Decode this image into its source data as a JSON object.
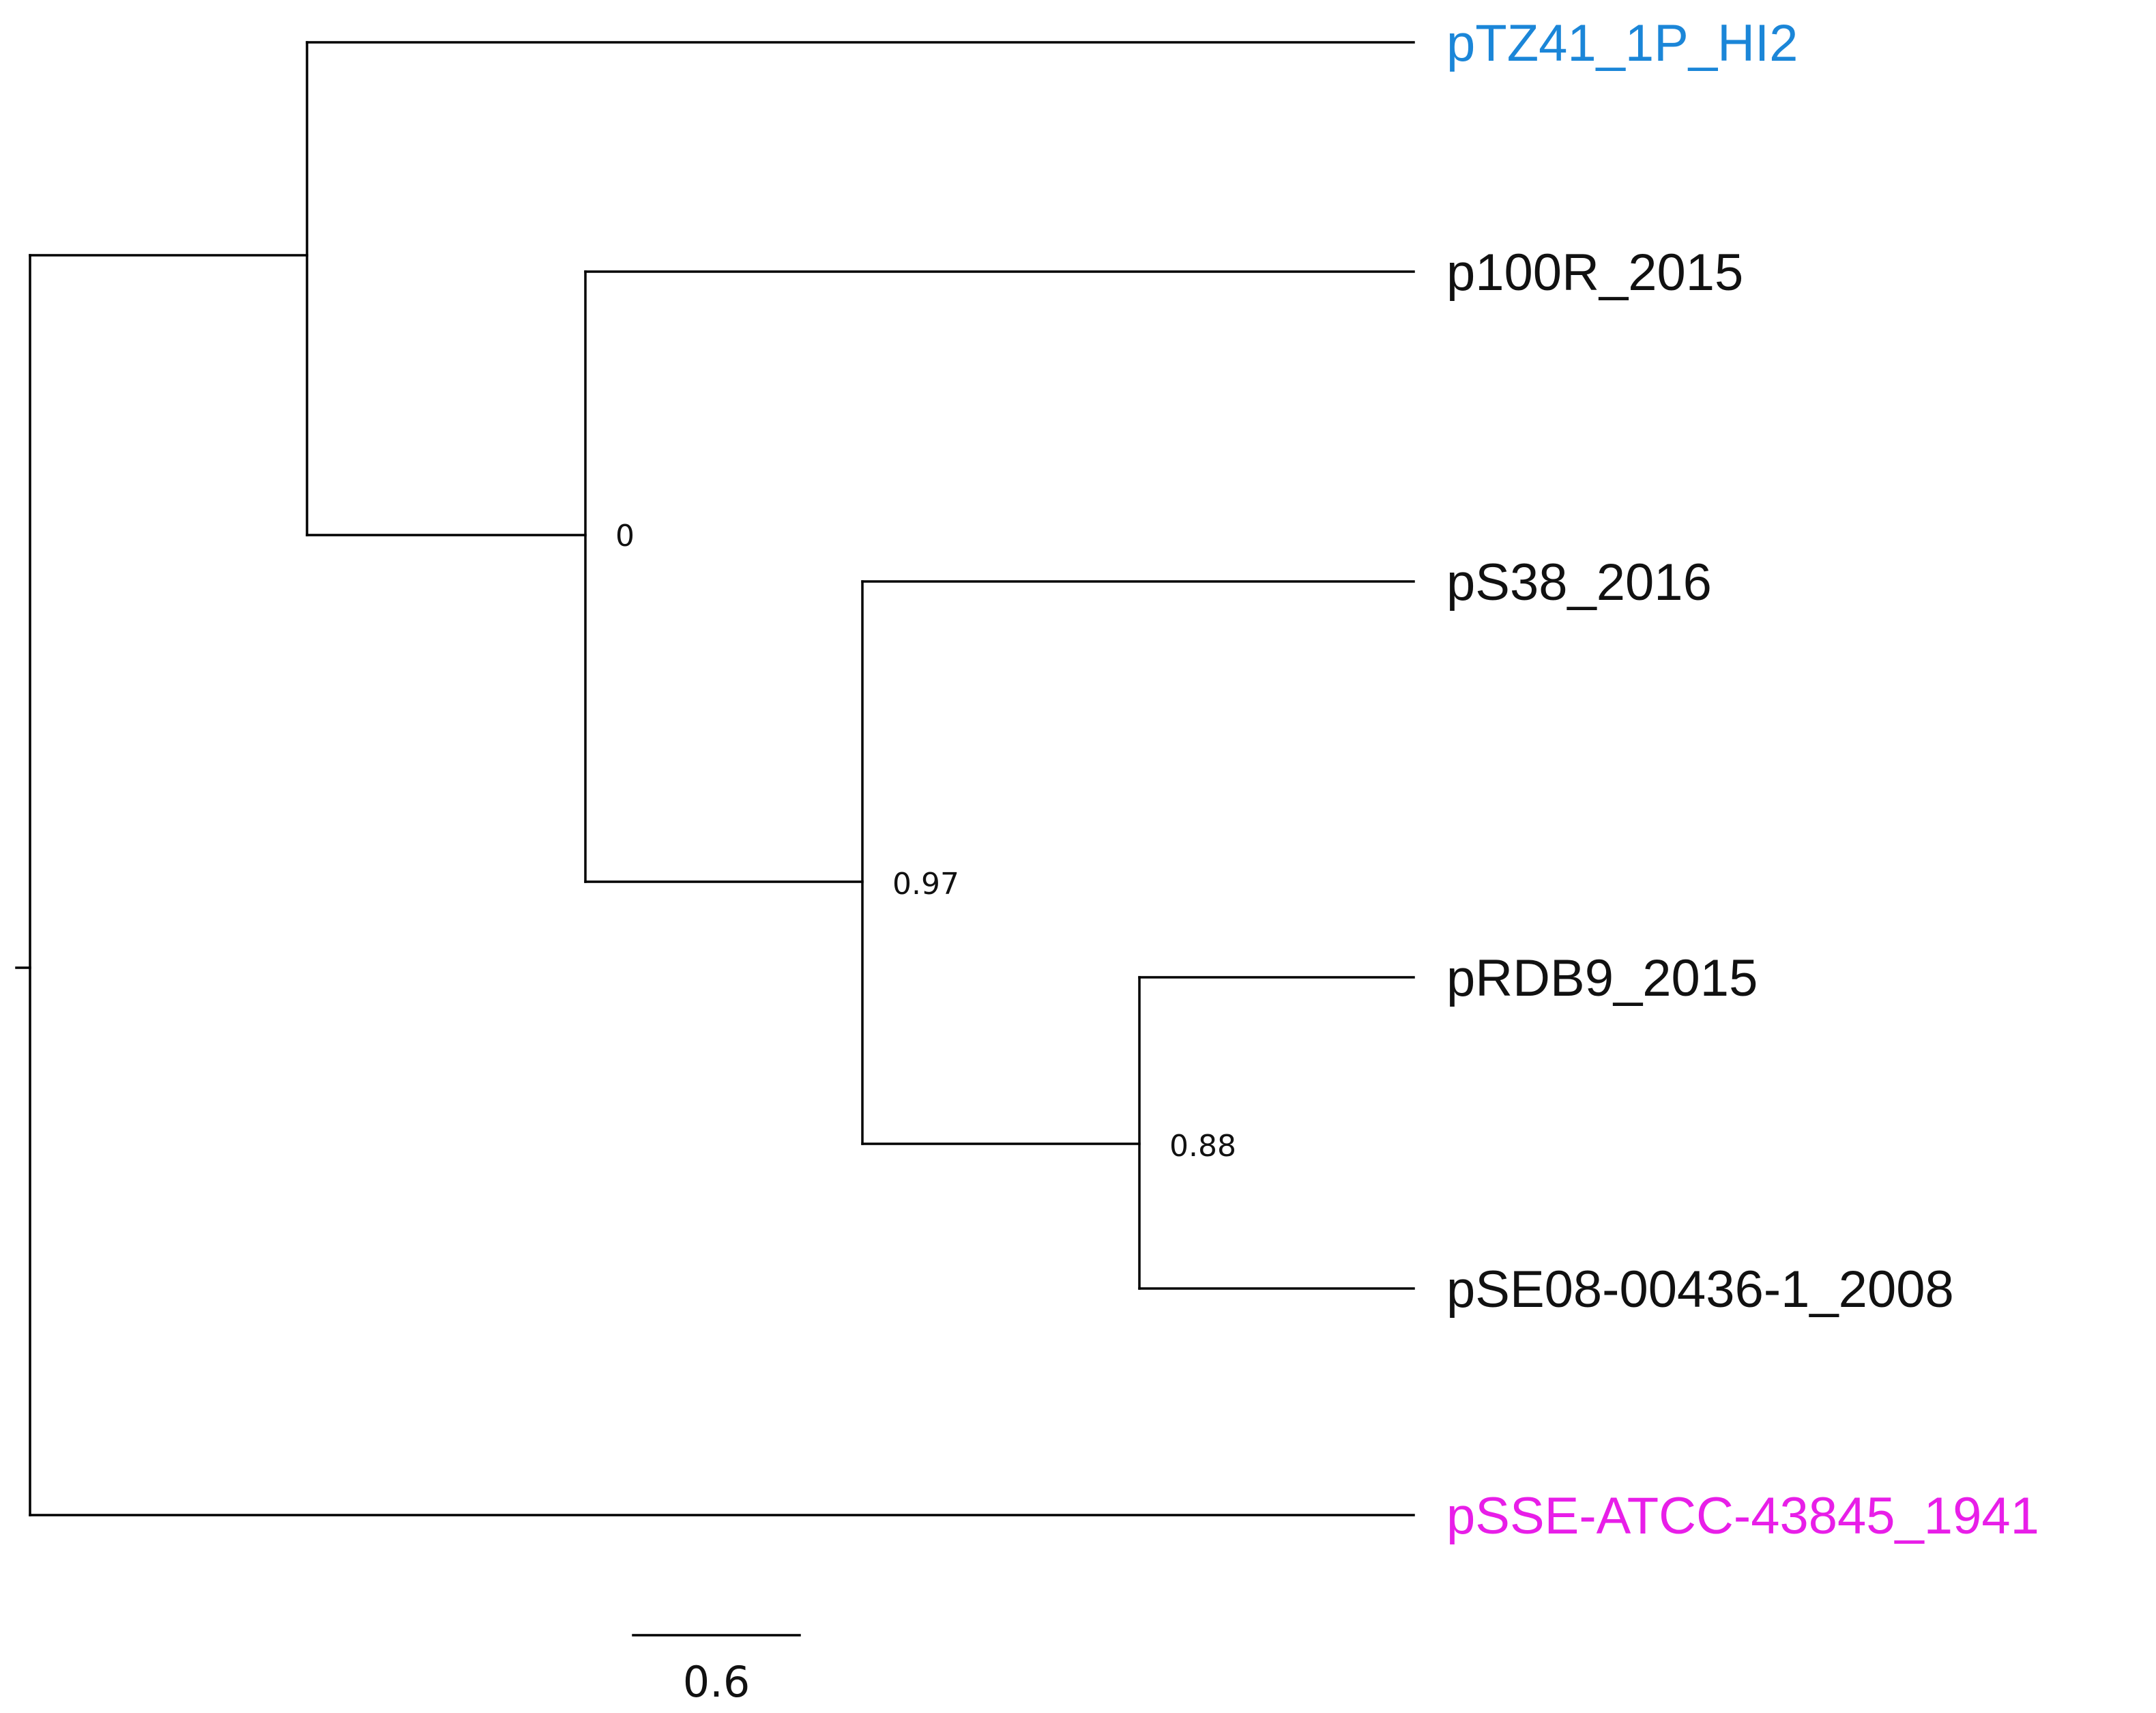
{
  "tree": {
    "tips": [
      {
        "label": "pTZ41_1P_HI2",
        "color": "#1b86d8"
      },
      {
        "label": "p100R_2015",
        "color": "#111111"
      },
      {
        "label": "pS38_2016",
        "color": "#111111"
      },
      {
        "label": "pRDB9_2015",
        "color": "#111111"
      },
      {
        "label": "pSE08-00436-1_2008",
        "color": "#111111"
      },
      {
        "label": "pSSE-ATCC-43845_1941",
        "color": "#e81ee8"
      }
    ],
    "support_values": [
      "0",
      "0.97",
      "0.88"
    ],
    "scale_bar": {
      "label": "0.6"
    }
  }
}
